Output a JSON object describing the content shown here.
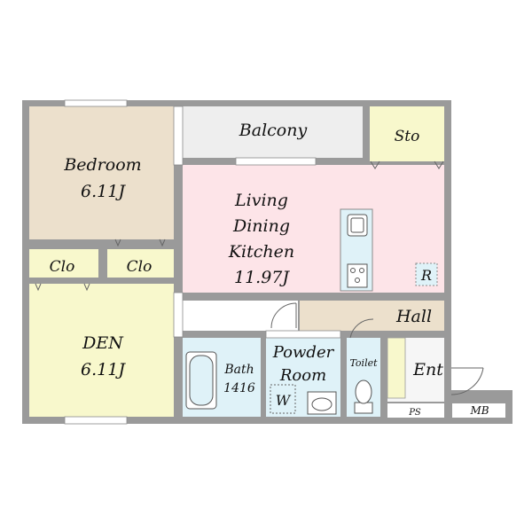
{
  "colors": {
    "wall": "#9a9a9a",
    "bedroom": "#ece0cc",
    "den": "#f8f8cc",
    "closet": "#f8f8cc",
    "storage": "#f8f8cc",
    "balcony": "#eeeeee",
    "ldk": "#fde4e8",
    "hall": "#ece0cc",
    "wet": "#dff2f8",
    "entrance": "#f6f6f6",
    "utility": "#ffffff"
  },
  "rooms": {
    "bedroom": {
      "name": "Bedroom",
      "size": "6.11J"
    },
    "den": {
      "name": "DEN",
      "size": "6.11J"
    },
    "closet_left": {
      "name": "Clo"
    },
    "closet_right": {
      "name": "Clo"
    },
    "balcony": {
      "name": "Balcony"
    },
    "storage": {
      "name": "Sto"
    },
    "ldk": {
      "line1": "Living",
      "line2": "Dining",
      "line3": "Kitchen",
      "size": "11.97J"
    },
    "fridge": {
      "name": "R"
    },
    "hall": {
      "name": "Hall"
    },
    "bath": {
      "name": "Bath",
      "size": "1416"
    },
    "powder_room": {
      "line1": "Powder",
      "line2": "Room"
    },
    "washer": {
      "name": "W"
    },
    "toilet": {
      "name": "Toilet"
    },
    "entrance": {
      "name": "Ent"
    },
    "pipe_space": {
      "name": "PS"
    },
    "meter_box": {
      "name": "MB"
    }
  },
  "icons": {
    "sink": "kitchen-sink-icon",
    "stove": "stove-icon",
    "bathtub": "bathtub-icon",
    "washbasin": "washbasin-icon",
    "toilet": "toilet-icon"
  }
}
